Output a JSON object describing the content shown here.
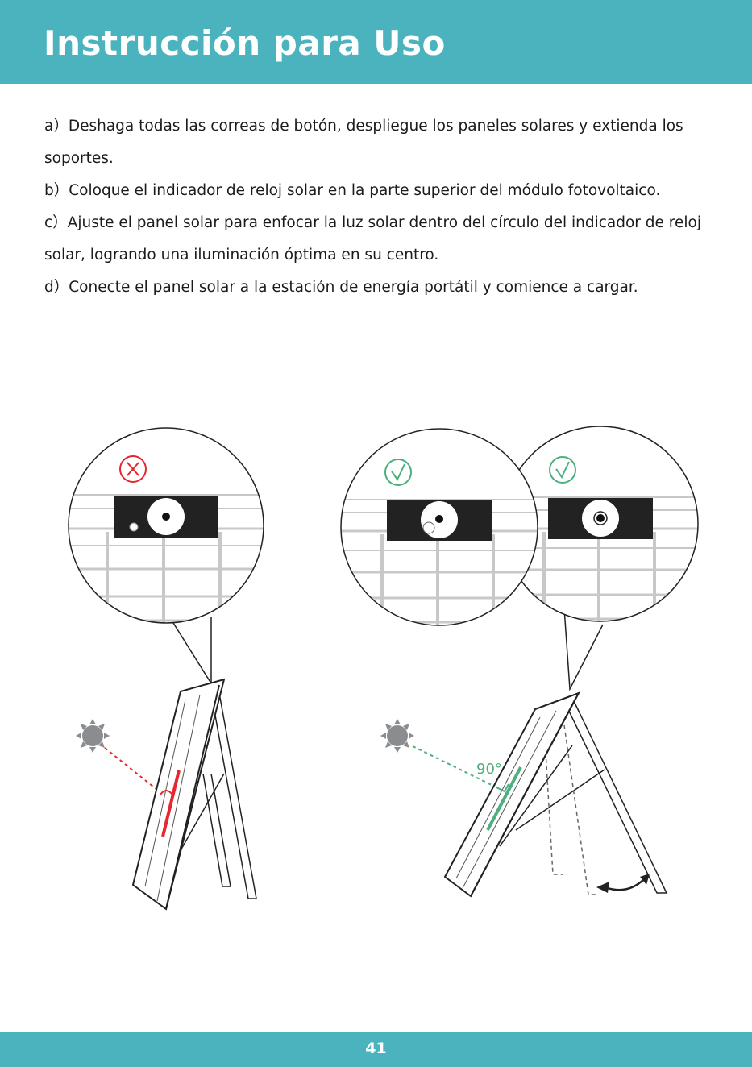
{
  "header": {
    "title": "Instrucción para Uso"
  },
  "instructions": [
    {
      "marker": "a）",
      "text": "Deshaga todas las correas de botón, despliegue los paneles solares y extienda los soportes."
    },
    {
      "marker": "b）",
      "text": "Coloque el indicador de reloj solar en la parte superior del módulo fotovoltaico."
    },
    {
      "marker": "c）",
      "text": "Ajuste el panel solar para enfocar la luz solar dentro del círculo del indicador de reloj solar, logrando una iluminación óptima en su centro."
    },
    {
      "marker": "d）",
      "text": "Conecte el panel solar a la estación de energía portátil y comience a cargar."
    }
  ],
  "figure": {
    "angle_label": "90°",
    "wrong_mark": "cross-icon",
    "right_mark": "check-icon",
    "colors": {
      "wrong": "#e8262f",
      "right": "#4caf7d",
      "panel": "#222222",
      "sun": "#8a8c8f",
      "grid": "#c8c8c8"
    }
  },
  "footer": {
    "page_number": "41"
  }
}
